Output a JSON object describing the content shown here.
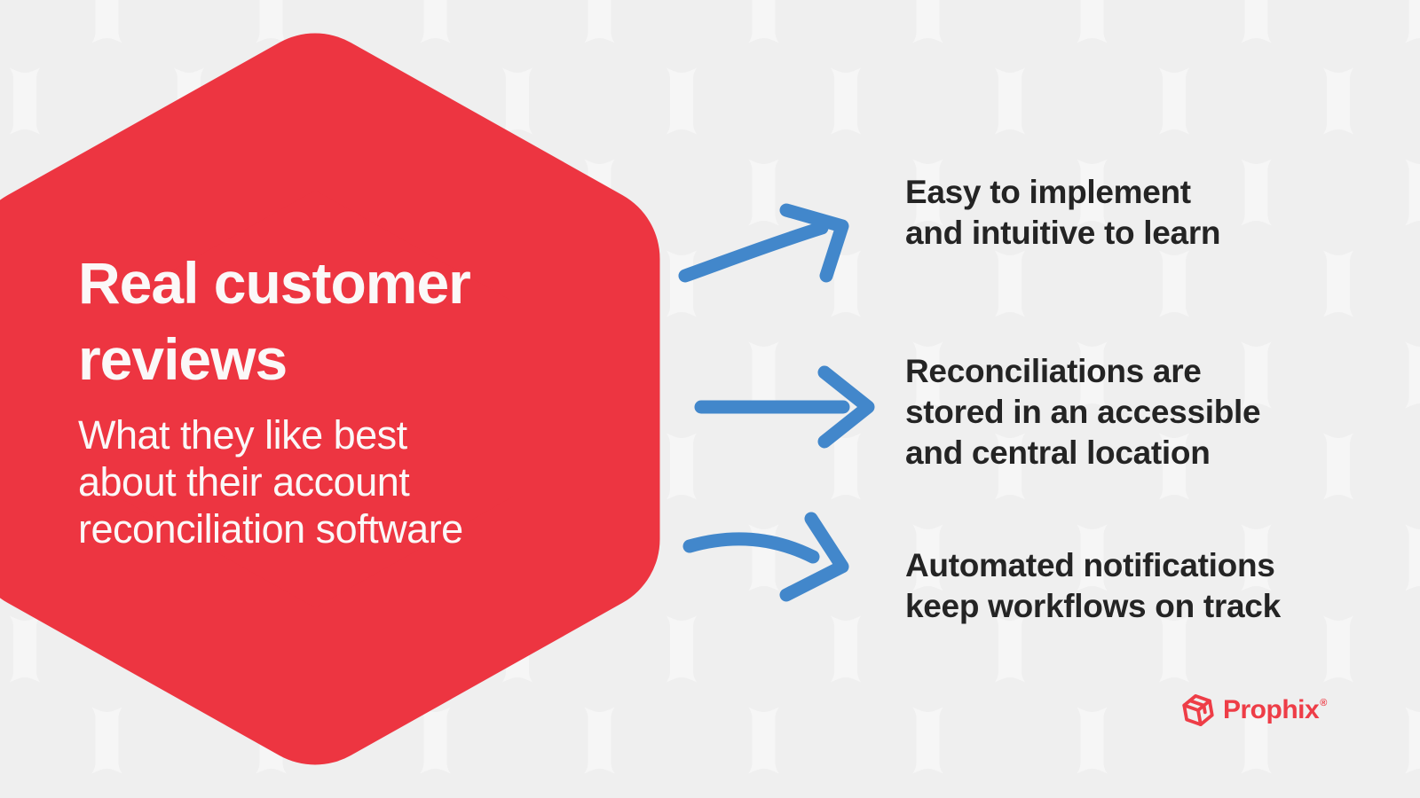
{
  "panel": {
    "title": "Real customer\nreviews",
    "subtitle": "What they like best\nabout their account\nreconciliation software"
  },
  "points": [
    {
      "text": "Easy to implement\nand intuitive to learn"
    },
    {
      "text": "Reconciliations are\nstored in an accessible\nand central location"
    },
    {
      "text": "Automated notifications\nkeep workflows on track"
    }
  ],
  "logo": {
    "brand": "Prophix",
    "registered_mark": "®"
  },
  "colors": {
    "panel_red": "#ED3541",
    "arrow_blue": "#4287CB",
    "text_dark": "#242424",
    "background": "#F6F6F6",
    "pattern_hex": "#EFEFEF",
    "logo_red": "#EE3D47"
  }
}
